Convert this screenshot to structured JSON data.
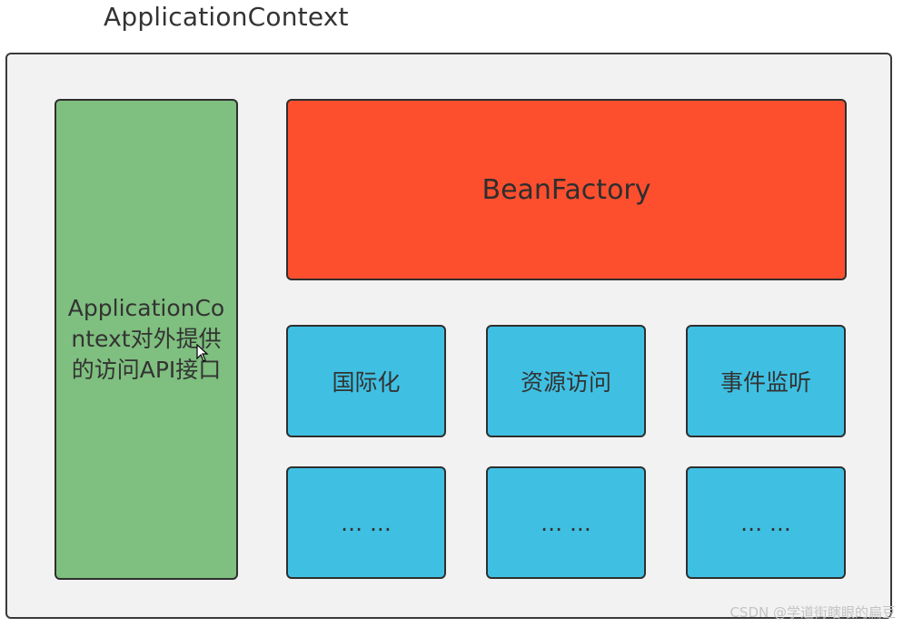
{
  "diagram": {
    "title": "ApplicationContext",
    "api_box": {
      "label": "ApplicationContext对外提供的访问API接口",
      "color": "#7fbf7f"
    },
    "bean_factory": {
      "label": "BeanFactory",
      "color": "#fd4f2e"
    },
    "features": [
      {
        "label": "国际化"
      },
      {
        "label": "资源访问"
      },
      {
        "label": "事件监听"
      },
      {
        "label": "... ..."
      },
      {
        "label": "... ..."
      },
      {
        "label": "... ..."
      }
    ],
    "feature_color": "#3fc0e3"
  },
  "watermark": "CSDN @学道街瞎眼的扁豆",
  "cursor": {
    "icon": "arrow-cursor-icon"
  }
}
